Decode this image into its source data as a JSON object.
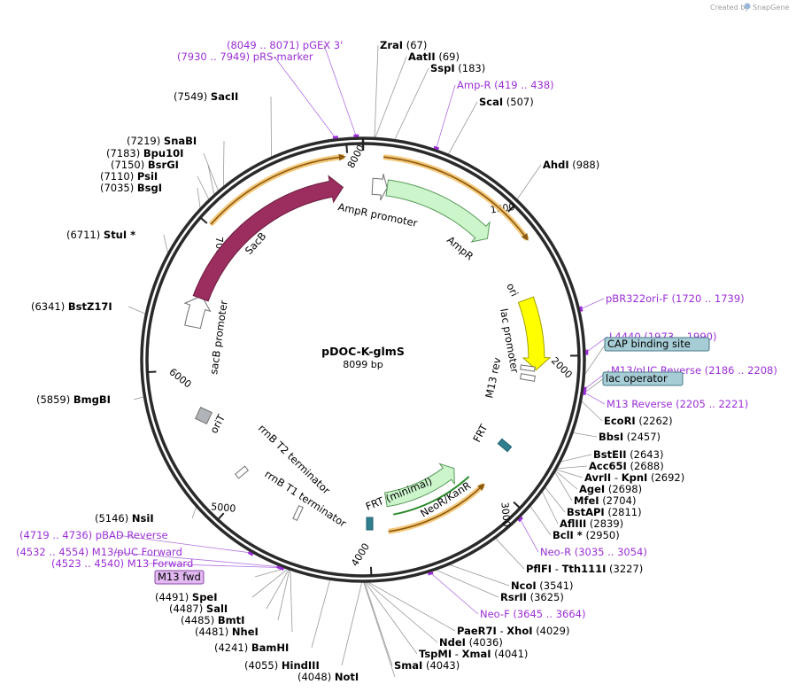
{
  "header": {
    "credit_prefix": "Created by",
    "credit_brand": "SnapGene"
  },
  "plasmid": {
    "name": "pDOC-K-glmS",
    "size_label": "8099 bp",
    "length": 8099
  },
  "ticks": [
    {
      "pos": 1000,
      "label": "1000"
    },
    {
      "pos": 2000,
      "label": "2000"
    },
    {
      "pos": 3000,
      "label": "3000"
    },
    {
      "pos": 4000,
      "label": "4000"
    },
    {
      "pos": 5000,
      "label": "5000"
    },
    {
      "pos": 6000,
      "label": "6000"
    },
    {
      "pos": 7000,
      "label": "7000"
    },
    {
      "pos": 8000,
      "label": "8000"
    }
  ],
  "features": [
    {
      "name": "AmpR promoter",
      "label": "AmpR promoter",
      "color": "#ffffff",
      "stroke": "#707070"
    },
    {
      "name": "AmpR",
      "label": "AmpR",
      "color": "#ccf5cc",
      "stroke": "#5a9a5a"
    },
    {
      "name": "ori",
      "label": "ori",
      "color": "#ffff00",
      "stroke": "#a0a000"
    },
    {
      "name": "lac promoter",
      "label": "lac promoter",
      "color": "#ffffff",
      "stroke": "#707070"
    },
    {
      "name": "M13 rev",
      "label": "M13 rev",
      "color": "#ffffff",
      "stroke": "#707070"
    },
    {
      "name": "FRT",
      "label": "FRT",
      "color": "#2f7f8f",
      "stroke": "#1f5f6f"
    },
    {
      "name": "NeoR/KanR",
      "label": "NeoR/KanR",
      "color": "#ccf5cc",
      "stroke": "#5a9a5a"
    },
    {
      "name": "FRT (minimal)",
      "label": "FRT (minimal)",
      "color": "#2f7f8f",
      "stroke": "#1f5f6f"
    },
    {
      "name": "rrnB T1 terminator",
      "label": "rrnB T1 terminator",
      "color": "#ffffff",
      "stroke": "#707070"
    },
    {
      "name": "rrnB T2 terminator",
      "label": "rrnB T2 terminator",
      "color": "#ffffff",
      "stroke": "#707070"
    },
    {
      "name": "oriT",
      "label": "oriT",
      "color": "#b0b4b8",
      "stroke": "#707070"
    },
    {
      "name": "sacB promoter",
      "label": "sacB promoter",
      "color": "#ffffff",
      "stroke": "#707070"
    },
    {
      "name": "SacB",
      "label": "SacB",
      "color": "#9b2d5f",
      "stroke": "#6b1d3f"
    }
  ],
  "annotations": [
    {
      "kind": "site",
      "pos_label": "(67)",
      "name": "ZraI"
    },
    {
      "kind": "site",
      "pos_label": "(69)",
      "name": "AatII"
    },
    {
      "kind": "site",
      "pos_label": "(183)",
      "name": "SspI"
    },
    {
      "kind": "primer",
      "text": "Amp-R",
      "range": "(419 .. 438)"
    },
    {
      "kind": "site",
      "pos_label": "(507)",
      "name": "ScaI"
    },
    {
      "kind": "site",
      "pos_label": "(988)",
      "name": "AhdI"
    },
    {
      "kind": "primer",
      "text": "pBR322ori-F",
      "range": "(1720 .. 1739)"
    },
    {
      "kind": "primer",
      "text": "L4440",
      "range": "(1973 .. 1990)"
    },
    {
      "kind": "boxed",
      "text": "CAP binding site"
    },
    {
      "kind": "primer",
      "text": "M13/pUC Reverse",
      "range": "(2186 .. 2208)"
    },
    {
      "kind": "boxed",
      "text": "lac operator"
    },
    {
      "kind": "primer",
      "text": "M13 Reverse",
      "range": "(2205 .. 2221)"
    },
    {
      "kind": "site",
      "pos_label": "(2262)",
      "name": "EcoRI"
    },
    {
      "kind": "site",
      "pos_label": "(2457)",
      "name": "BbsI"
    },
    {
      "kind": "site",
      "pos_label": "(2643)",
      "name": "BstEII"
    },
    {
      "kind": "site",
      "pos_label": "(2688)",
      "name": "Acc65I"
    },
    {
      "kind": "site_pair",
      "name": "AvrII",
      "name2": "KpnI",
      "pos_label": "(2692)"
    },
    {
      "kind": "site",
      "pos_label": "(2698)",
      "name": "AgeI"
    },
    {
      "kind": "site",
      "pos_label": "(2704)",
      "name": "MfeI"
    },
    {
      "kind": "site",
      "pos_label": "(2811)",
      "name": "BstAPI"
    },
    {
      "kind": "site",
      "pos_label": "(2839)",
      "name": "AflIII"
    },
    {
      "kind": "site",
      "pos_label": "(2950)",
      "name": "BclI *"
    },
    {
      "kind": "primer",
      "text": "Neo-R",
      "range": "(3035 .. 3054)"
    },
    {
      "kind": "site_pair",
      "name": "PflFI",
      "name2": "Tth111I",
      "pos_label": "(3227)"
    },
    {
      "kind": "site",
      "pos_label": "(3541)",
      "name": "NcoI"
    },
    {
      "kind": "site",
      "pos_label": "(3625)",
      "name": "RsrII"
    },
    {
      "kind": "primer",
      "text": "Neo-F",
      "range": "(3645 .. 3664)"
    },
    {
      "kind": "site_pair",
      "name": "PaeR7I",
      "name2": "XhoI",
      "pos_label": "(4029)"
    },
    {
      "kind": "site",
      "pos_label": "(4036)",
      "name": "NdeI"
    },
    {
      "kind": "site_pair",
      "name": "TspMI",
      "name2": "XmaI",
      "pos_label": "(4041)"
    },
    {
      "kind": "site",
      "pos_label": "(4043)",
      "name": "SmaI"
    },
    {
      "kind": "site",
      "pos_label": "(4048)",
      "name": "NotI"
    },
    {
      "kind": "site",
      "pos_label": "(4055)",
      "name": "HindIII"
    },
    {
      "kind": "site",
      "pos_label": "(4241)",
      "name": "BamHI"
    },
    {
      "kind": "site",
      "pos_label": "(4481)",
      "name": "NheI"
    },
    {
      "kind": "site",
      "pos_label": "(4485)",
      "name": "BmtI"
    },
    {
      "kind": "site",
      "pos_label": "(4487)",
      "name": "SalI"
    },
    {
      "kind": "site",
      "pos_label": "(4491)",
      "name": "SpeI"
    },
    {
      "kind": "boxed_primer",
      "text": "M13 fwd"
    },
    {
      "kind": "primer",
      "text": "M13 Forward",
      "range": "(4523 .. 4540)"
    },
    {
      "kind": "primer",
      "text": "M13/pUC Forward",
      "range": "(4532 .. 4554)"
    },
    {
      "kind": "primer",
      "text": "pBAD Reverse",
      "range": "(4719 .. 4736)"
    },
    {
      "kind": "site",
      "pos_label": "(5146)",
      "name": "NsiI"
    },
    {
      "kind": "site",
      "pos_label": "(5859)",
      "name": "BmgBI"
    },
    {
      "kind": "site",
      "pos_label": "(6341)",
      "name": "BstZ17I"
    },
    {
      "kind": "site",
      "pos_label": "(6711)",
      "name": "StuI *"
    },
    {
      "kind": "site",
      "pos_label": "(7035)",
      "name": "BsgI"
    },
    {
      "kind": "site",
      "pos_label": "(7110)",
      "name": "PsiI"
    },
    {
      "kind": "site",
      "pos_label": "(7150)",
      "name": "BsrGI"
    },
    {
      "kind": "site",
      "pos_label": "(7183)",
      "name": "Bpu10I"
    },
    {
      "kind": "site",
      "pos_label": "(7219)",
      "name": "SnaBI"
    },
    {
      "kind": "site",
      "pos_label": "(7549)",
      "name": "SacII"
    },
    {
      "kind": "primer",
      "text": "pRS-marker",
      "range": "(7930 .. 7949)"
    },
    {
      "kind": "primer",
      "text": "pGEX 3'",
      "range": "(8049 .. 8071)"
    }
  ]
}
